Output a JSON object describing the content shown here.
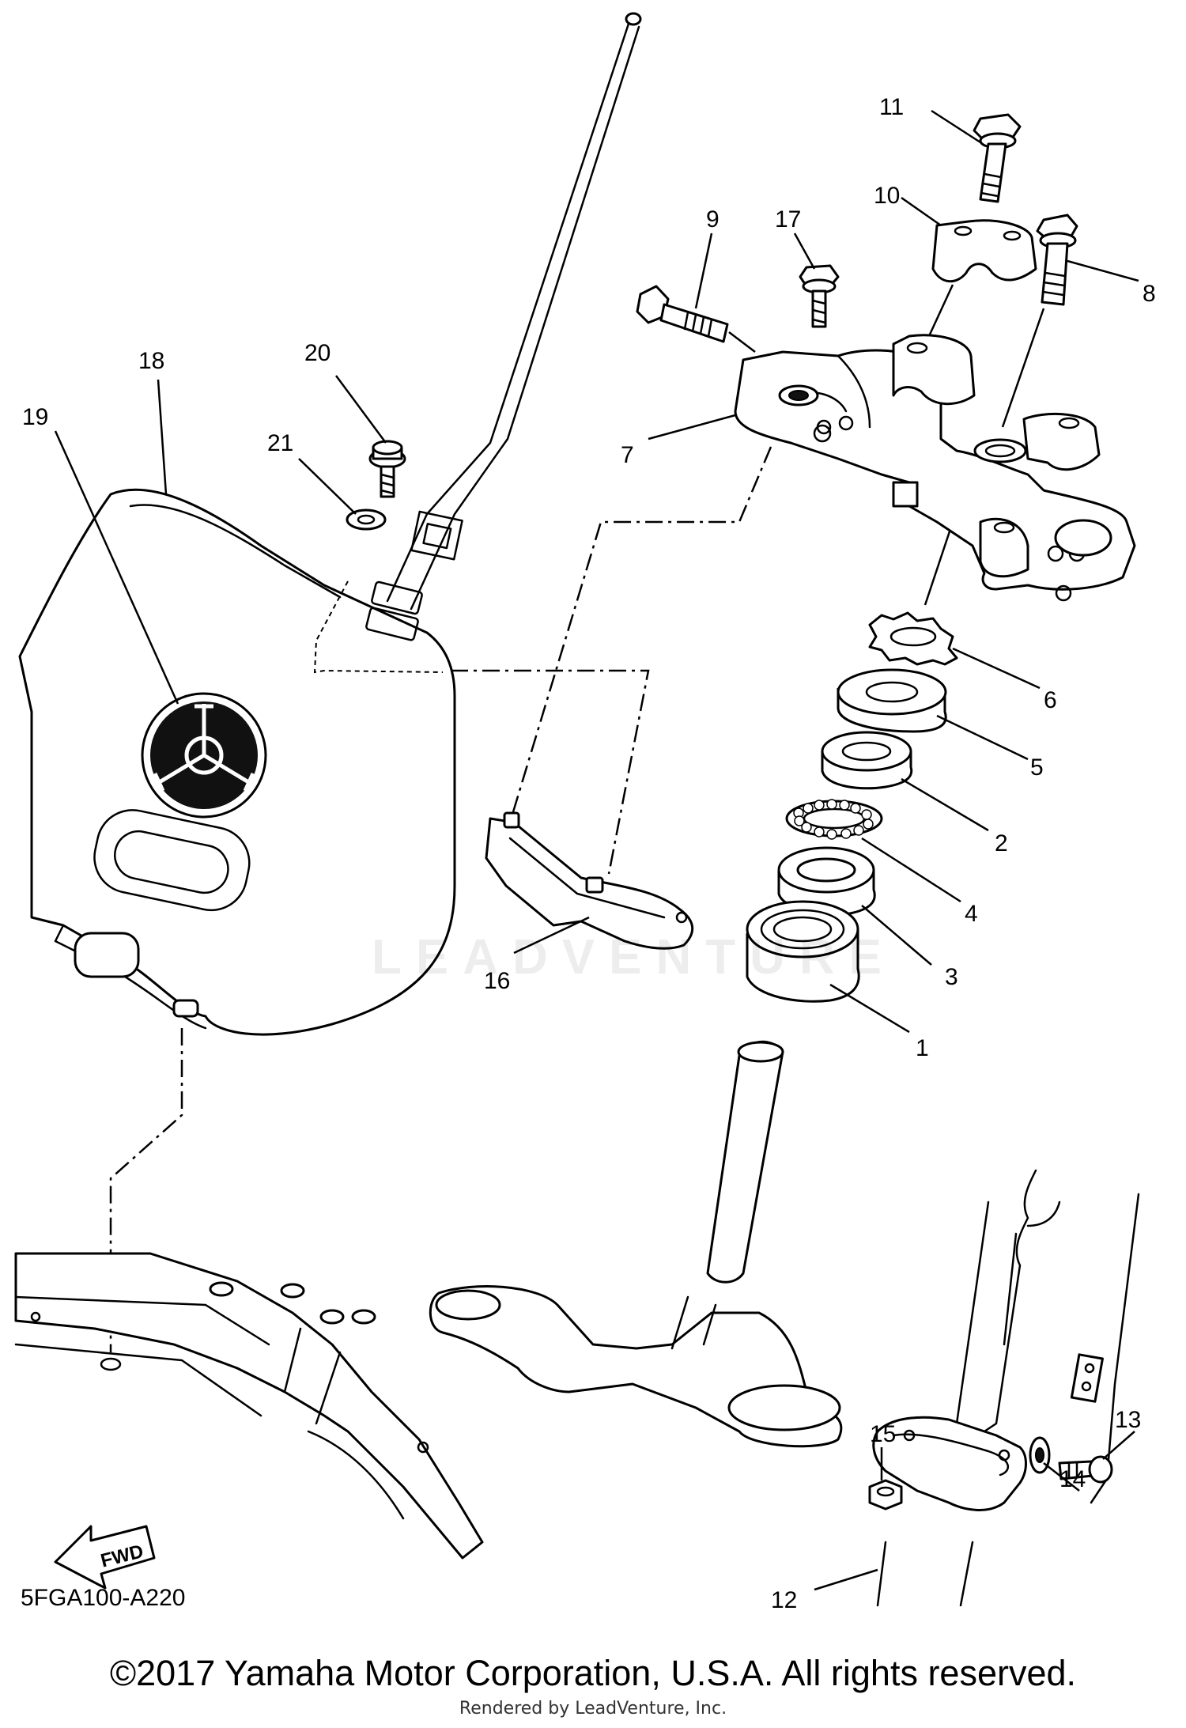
{
  "diagram_code": "5FGA100-A220",
  "copyright": "©2017 Yamaha Motor Corporation, U.S.A. All rights reserved.",
  "rendered_by": "Rendered by LeadVenture, Inc.",
  "watermark": "LEADVENTURE",
  "fwd_label": "FWD",
  "callouts": {
    "c1": "1",
    "c2": "2",
    "c3": "3",
    "c4": "4",
    "c5": "5",
    "c6": "6",
    "c7": "7",
    "c8": "8",
    "c9": "9",
    "c10": "10",
    "c11": "11",
    "c12": "12",
    "c13": "13",
    "c14": "14",
    "c15": "15",
    "c16": "16",
    "c17": "17",
    "c18": "18",
    "c19": "19",
    "c20": "20",
    "c21": "21"
  }
}
